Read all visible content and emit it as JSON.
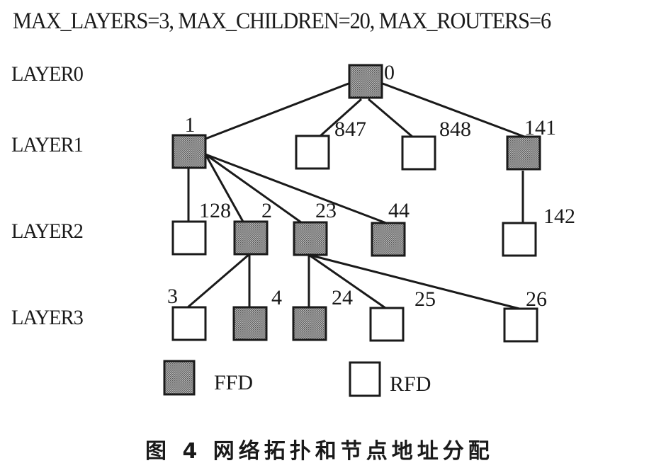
{
  "header": {
    "params": "MAX_LAYERS=3, MAX_CHILDREN=20, MAX_ROUTERS=6"
  },
  "layers": [
    {
      "label": "LAYER0"
    },
    {
      "label": "LAYER1"
    },
    {
      "label": "LAYER2"
    },
    {
      "label": "LAYER3"
    }
  ],
  "nodes": [
    {
      "id": "0",
      "label": "0",
      "type": "FFD",
      "layer": 0,
      "parent": null
    },
    {
      "id": "1",
      "label": "1",
      "type": "FFD",
      "layer": 1,
      "parent": "0"
    },
    {
      "id": "847",
      "label": "847",
      "type": "RFD",
      "layer": 1,
      "parent": "0"
    },
    {
      "id": "848",
      "label": "848",
      "type": "RFD",
      "layer": 1,
      "parent": "0"
    },
    {
      "id": "141",
      "label": "141",
      "type": "FFD",
      "layer": 1,
      "parent": "0"
    },
    {
      "id": "128",
      "label": "128",
      "type": "RFD",
      "layer": 2,
      "parent": "1"
    },
    {
      "id": "2",
      "label": "2",
      "type": "FFD",
      "layer": 2,
      "parent": "1"
    },
    {
      "id": "23",
      "label": "23",
      "type": "FFD",
      "layer": 2,
      "parent": "1"
    },
    {
      "id": "44",
      "label": "44",
      "type": "FFD",
      "layer": 2,
      "parent": "1"
    },
    {
      "id": "142",
      "label": "142",
      "type": "RFD",
      "layer": 2,
      "parent": "141"
    },
    {
      "id": "3",
      "label": "3",
      "type": "RFD",
      "layer": 3,
      "parent": "2"
    },
    {
      "id": "4",
      "label": "4",
      "type": "FFD",
      "layer": 3,
      "parent": "2"
    },
    {
      "id": "24",
      "label": "24",
      "type": "FFD",
      "layer": 3,
      "parent": "23"
    },
    {
      "id": "25",
      "label": "25",
      "type": "RFD",
      "layer": 3,
      "parent": "23"
    },
    {
      "id": "26",
      "label": "26",
      "type": "RFD",
      "layer": 3,
      "parent": "23"
    }
  ],
  "legend": [
    {
      "type": "FFD",
      "label": "FFD"
    },
    {
      "type": "RFD",
      "label": "RFD"
    }
  ],
  "colors": {
    "ffd_fill": "#8c8c8c",
    "rfd_fill": "#ffffff",
    "stroke": "#1a1a1a"
  },
  "caption": "图 4  网络拓扑和节点地址分配"
}
